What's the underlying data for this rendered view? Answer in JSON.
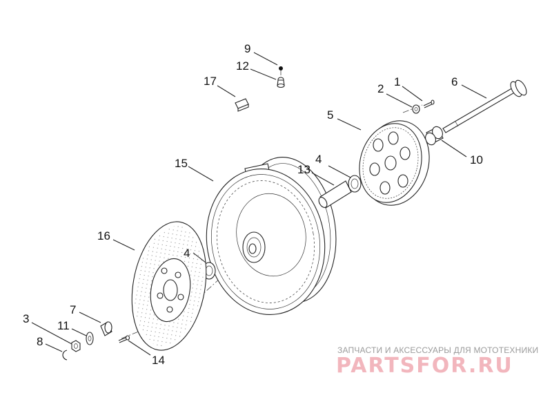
{
  "callouts": [
    {
      "part": "part-1",
      "label": "1"
    },
    {
      "part": "part-2",
      "label": "2"
    },
    {
      "part": "part-3",
      "label": "3"
    },
    {
      "part": "part-4-inner-bearing",
      "label": "4"
    },
    {
      "part": "part-4-outer-bearing",
      "label": "4"
    },
    {
      "part": "part-5",
      "label": "5"
    },
    {
      "part": "part-6",
      "label": "6"
    },
    {
      "part": "part-7",
      "label": "7"
    },
    {
      "part": "part-8",
      "label": "8"
    },
    {
      "part": "part-9",
      "label": "9"
    },
    {
      "part": "part-10",
      "label": "10"
    },
    {
      "part": "part-11",
      "label": "11"
    },
    {
      "part": "part-12",
      "label": "12"
    },
    {
      "part": "part-13",
      "label": "13"
    },
    {
      "part": "part-14",
      "label": "14"
    },
    {
      "part": "part-15",
      "label": "15"
    },
    {
      "part": "part-16",
      "label": "16"
    },
    {
      "part": "part-17",
      "label": "17"
    }
  ],
  "watermark": {
    "caption": "ЗАПЧАСТИ И АКСЕССУАРЫ ДЛЯ МОТОТЕХНИКИ",
    "logo": "PARTSFOR.RU",
    "caption_color": "#9a9a9a",
    "logo_color": "#f2b6bd"
  }
}
